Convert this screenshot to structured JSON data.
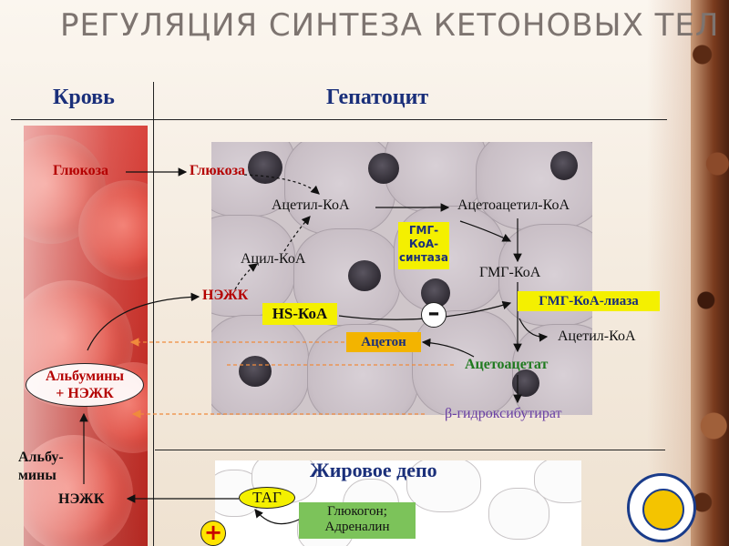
{
  "title": "РЕГУЛЯЦИЯ СИНТЕЗА КЕТОНОВЫХ ТЕЛ",
  "headers": {
    "blood": "Кровь",
    "hepatocyte": "Гепатоцит"
  },
  "labels": {
    "glucose_blood": "Глюкоза",
    "glucose_hep": "Глюкоза",
    "acetyl_coa": "Ацетил-КоА",
    "acetoacetyl_coa": "Ацетоацетил-КоА",
    "acyl_coa": "Ацил-КоА",
    "hmg_coa": "ГМГ-КоА",
    "nezhk_hep": "НЭЖК",
    "acetyl_coa_2": "Ацетил-КоА",
    "acetoacetate": "Ацетоацетат",
    "beta_hydroxybutyrate": "β-гидроксибутират",
    "albu_1": "Альбу-",
    "albu_2": "мины",
    "nezhk_blood": "НЭЖК",
    "fat_depot": "Жировое депо"
  },
  "boxes": {
    "hmg_synthase_1": "ГМГ-",
    "hmg_synthase_2": "КоА-",
    "hmg_synthase_3": "синтаза",
    "hs_coa": "HS-КоА",
    "hmg_lyase": "ГМГ-КоА-лиаза",
    "acetone": "Ацетон",
    "glucagon_1": "Глюкогон;",
    "glucagon_2": "Адреналин",
    "tag": "ТАГ"
  },
  "albumin": {
    "line1": "Альбумины",
    "line2": "+ НЭЖК"
  },
  "signs": {
    "minus": "–",
    "plus": "+"
  },
  "colors": {
    "header": "#1a2f7a",
    "red_label": "#b40000",
    "green_label": "#1f7a1f",
    "dashed_arrow": "#f08a3c",
    "yellow_box": "#f4f000",
    "orange_box": "#f3b400",
    "green_box": "#7cc35a"
  }
}
